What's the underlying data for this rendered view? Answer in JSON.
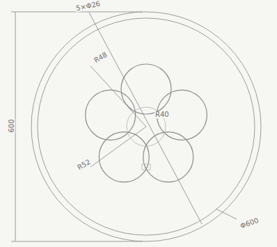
{
  "diagram": {
    "labels": [
      "5×Φ26",
      "R48",
      "R40",
      "R52",
      "600",
      "Φ600"
    ]
  }
}
